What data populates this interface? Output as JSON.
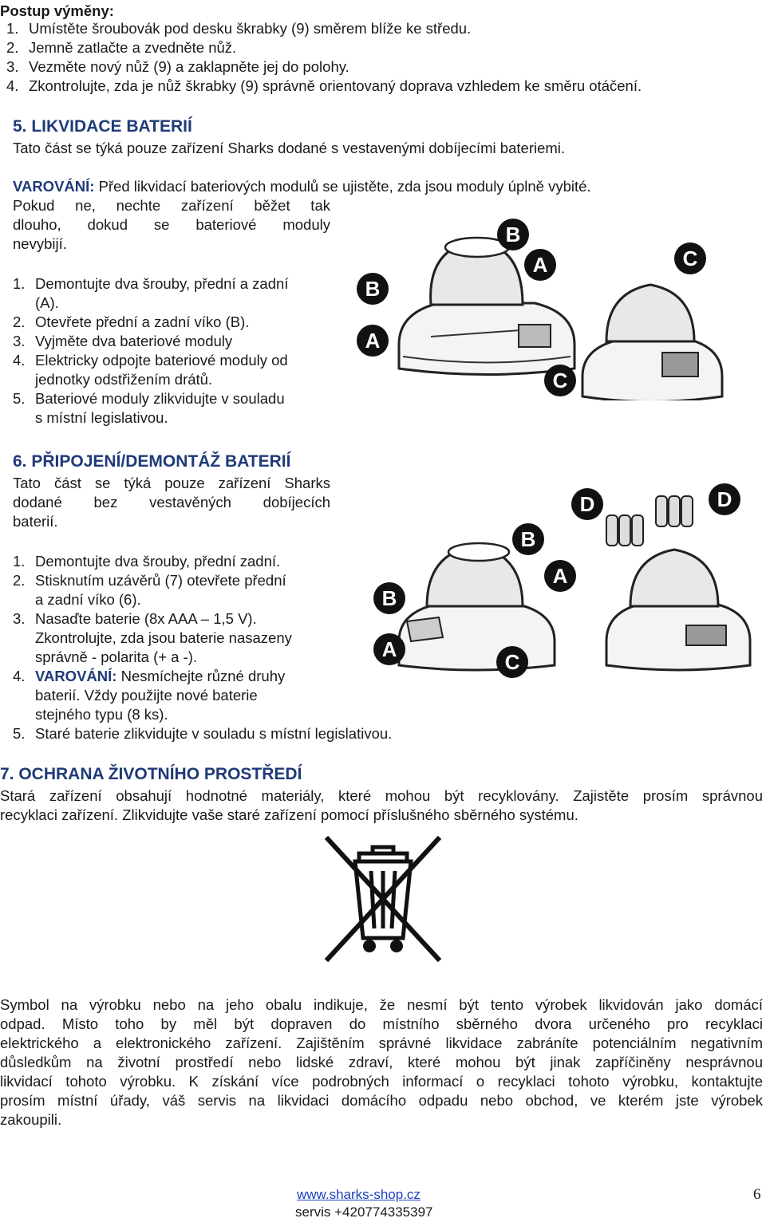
{
  "replacement": {
    "title": "Postup výměny:",
    "steps": [
      {
        "n": "1.",
        "text": "Umístěte šroubovák pod desku škrabky (9) směrem blíže ke středu."
      },
      {
        "n": "2.",
        "text": "Jemně zatlačte a zvedněte nůž."
      },
      {
        "n": "3.",
        "text": "Vezměte nový nůž (9) a zaklapněte jej do polohy."
      },
      {
        "n": "4.",
        "text": "Zkontrolujte, zda je nůž škrabky (9) správně orientovaný doprava vzhledem ke směru otáčení."
      }
    ]
  },
  "section5": {
    "heading": "5. LIKVIDACE BATERIÍ",
    "intro": "Tato část se týká pouze zařízení Sharks dodané s vestavenými dobíjecími bateriemi.",
    "warning_label": "VAROVÁNÍ:",
    "warning_text": " Před likvidací bateriových modulů se ujistěte, zda jsou moduly úplně vybité.",
    "note_lines": [
      "Pokud ne, nechte zařízení běžet tak",
      "dlouho, dokud se bateriové moduly",
      "nevybijí."
    ],
    "steps": [
      {
        "n": "1.",
        "lines": [
          "Demontujte dva šrouby, přední a zadní",
          "(A)."
        ]
      },
      {
        "n": "2.",
        "lines": [
          "Otevřete přední a zadní víko (B)."
        ]
      },
      {
        "n": "3.",
        "lines": [
          "Vyjměte dva bateriové moduly"
        ]
      },
      {
        "n": "4.",
        "lines": [
          "Elektricky odpojte bateriové moduly od",
          "jednotky odstřižením drátů."
        ]
      },
      {
        "n": "5.",
        "lines": [
          "Bateriové moduly zlikvidujte v souladu",
          "s místní legislativou."
        ]
      }
    ],
    "figure_labels": [
      "B",
      "A",
      "C",
      "B",
      "A",
      "C"
    ]
  },
  "section6": {
    "heading": "6. PŘIPOJENÍ/DEMONTÁŽ BATERIÍ",
    "intro_lines": [
      "Tato část se týká pouze zařízení Sharks",
      "dodané bez vestavěných dobíjecích",
      "baterií."
    ],
    "steps": [
      {
        "n": "1.",
        "lines": [
          "Demontujte dva šrouby, přední zadní."
        ]
      },
      {
        "n": "2.",
        "lines": [
          "Stisknutím uzávěrů (7) otevřete přední",
          "a zadní víko (6)."
        ]
      },
      {
        "n": "3.",
        "lines": [
          "Nasaďte baterie (8x AAA – 1,5 V).",
          "Zkontrolujte, zda jsou baterie nasazeny",
          "správně - polarita (+ a -)."
        ]
      },
      {
        "n": "4.",
        "label": "VAROVÁNÍ:",
        "lines": [
          " Nesmíchejte různé druhy",
          "baterií. Vždy použijte nové baterie",
          "stejného typu (8 ks)."
        ]
      },
      {
        "n": "5.",
        "lines": [
          "Staré baterie zlikvidujte v souladu s místní legislativou."
        ]
      }
    ],
    "figure_labels": [
      "D",
      "D",
      "B",
      "A",
      "B",
      "A",
      "C"
    ]
  },
  "section7": {
    "heading": "7. OCHRANA ŽIVOTNÍHO PROSTŘEDÍ",
    "intro_lines": [
      "Stará zařízení obsahují hodnotné materiály, které mohou být recyklovány. Zajistěte prosím správnou",
      "recyklaci zařízení. Zlikvidujte vaše staré zařízení pomocí příslušného sběrného systému."
    ],
    "body_lines": [
      "Symbol na výrobku nebo na jeho obalu indikuje, že nesmí být tento výrobek likvidován jako domácí",
      "odpad. Místo toho by měl být dopraven do místního sběrného dvora určeného pro recyklaci",
      "elektrického a elektronického zařízení. Zajištěním správné likvidace zabráníte potenciálním negativním",
      "důsledkům na životní prostředí nebo lidské zdraví, které mohou být jinak zapříčiněny nesprávnou",
      "likvidací tohoto výrobku. K získání více podrobných informací o recyklaci tohoto výrobku, kontaktujte",
      "prosím místní úřady, váš servis na likvidaci domácího odpadu nebo obchod, ve kterém jste výrobek"
    ],
    "body_last": "zakoupili."
  },
  "footer": {
    "website": "www.sharks-shop.cz",
    "service": "servis +420774335397",
    "page_number": "6"
  }
}
